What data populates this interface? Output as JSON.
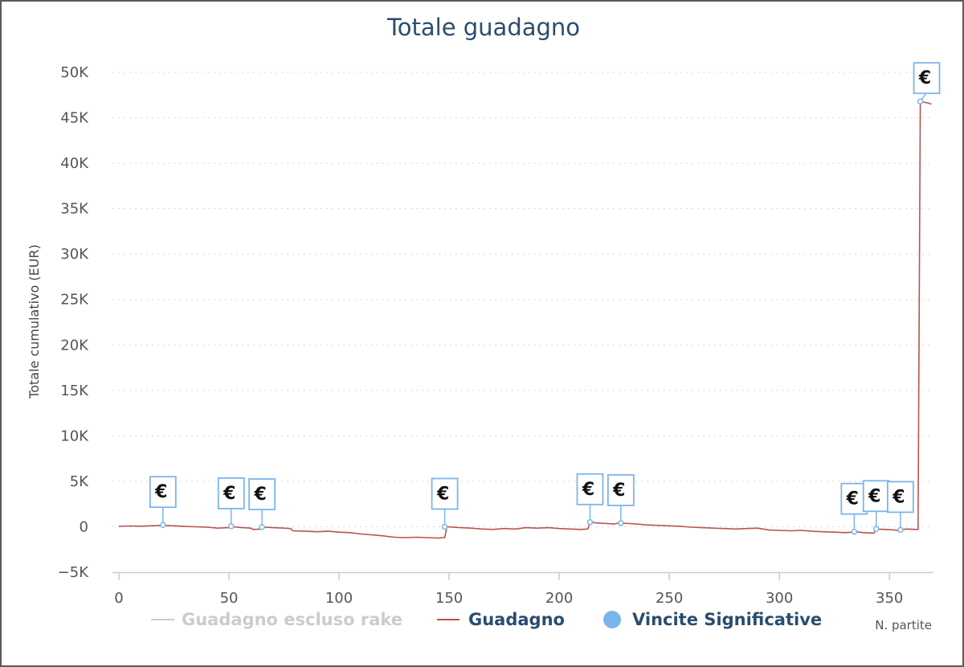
{
  "chart_data": {
    "type": "line",
    "title": "Totale guadagno",
    "ylabel": "Totale cumulativo (EUR)",
    "xlabel": "N. partite",
    "xlim": [
      0,
      370
    ],
    "ylim": [
      -5000,
      50000
    ],
    "x_ticks": [
      0,
      50,
      100,
      150,
      200,
      250,
      300,
      350
    ],
    "y_ticks": [
      {
        "value": 50000,
        "label": "50K"
      },
      {
        "value": 45000,
        "label": "45K"
      },
      {
        "value": 40000,
        "label": "40K"
      },
      {
        "value": 35000,
        "label": "35K"
      },
      {
        "value": 30000,
        "label": "30K"
      },
      {
        "value": 25000,
        "label": "25K"
      },
      {
        "value": 20000,
        "label": "20K"
      },
      {
        "value": 15000,
        "label": "15K"
      },
      {
        "value": 10000,
        "label": "10K"
      },
      {
        "value": 5000,
        "label": "5K"
      },
      {
        "value": 0,
        "label": "0"
      },
      {
        "value": -5000,
        "label": "−5K"
      }
    ],
    "grid": true,
    "legend_position": "bottom",
    "legend": [
      {
        "name": "Guadagno escluso rake",
        "color": "#cccccc",
        "symbol": "line",
        "hidden": true
      },
      {
        "name": "Guadagno",
        "color": "#b85450",
        "symbol": "line"
      },
      {
        "name": "Vincite Significative",
        "color": "#7cb5ec",
        "symbol": "circle"
      }
    ],
    "series": [
      {
        "name": "Guadagno",
        "color": "#b85450",
        "points": [
          [
            0,
            50
          ],
          [
            5,
            80
          ],
          [
            10,
            60
          ],
          [
            19,
            150
          ],
          [
            25,
            100
          ],
          [
            30,
            30
          ],
          [
            35,
            0
          ],
          [
            40,
            -50
          ],
          [
            45,
            -150
          ],
          [
            50,
            -100
          ],
          [
            52,
            0
          ],
          [
            56,
            -100
          ],
          [
            60,
            -150
          ],
          [
            61,
            -300
          ],
          [
            65,
            -250
          ],
          [
            66,
            -50
          ],
          [
            70,
            -100
          ],
          [
            75,
            -150
          ],
          [
            78,
            -200
          ],
          [
            79,
            -450
          ],
          [
            85,
            -500
          ],
          [
            90,
            -550
          ],
          [
            95,
            -500
          ],
          [
            100,
            -600
          ],
          [
            105,
            -650
          ],
          [
            110,
            -800
          ],
          [
            115,
            -900
          ],
          [
            120,
            -1000
          ],
          [
            125,
            -1150
          ],
          [
            130,
            -1200
          ],
          [
            135,
            -1150
          ],
          [
            140,
            -1200
          ],
          [
            145,
            -1250
          ],
          [
            147,
            -1200
          ],
          [
            148,
            -1200
          ],
          [
            149,
            0
          ],
          [
            155,
            -100
          ],
          [
            160,
            -150
          ],
          [
            165,
            -250
          ],
          [
            170,
            -300
          ],
          [
            175,
            -200
          ],
          [
            180,
            -250
          ],
          [
            185,
            -100
          ],
          [
            190,
            -150
          ],
          [
            195,
            -100
          ],
          [
            200,
            -200
          ],
          [
            205,
            -250
          ],
          [
            210,
            -300
          ],
          [
            213,
            -250
          ],
          [
            214,
            500
          ],
          [
            218,
            400
          ],
          [
            222,
            350
          ],
          [
            225,
            300
          ],
          [
            227,
            400
          ],
          [
            232,
            350
          ],
          [
            235,
            300
          ],
          [
            240,
            200
          ],
          [
            245,
            150
          ],
          [
            250,
            100
          ],
          [
            255,
            50
          ],
          [
            260,
            -50
          ],
          [
            265,
            -100
          ],
          [
            270,
            -150
          ],
          [
            275,
            -200
          ],
          [
            280,
            -250
          ],
          [
            285,
            -200
          ],
          [
            290,
            -150
          ],
          [
            295,
            -350
          ],
          [
            300,
            -400
          ],
          [
            305,
            -450
          ],
          [
            310,
            -400
          ],
          [
            315,
            -500
          ],
          [
            320,
            -550
          ],
          [
            325,
            -600
          ],
          [
            330,
            -650
          ],
          [
            333,
            -600
          ],
          [
            335,
            -550
          ],
          [
            338,
            -650
          ],
          [
            343,
            -700
          ],
          [
            344,
            -250
          ],
          [
            348,
            -300
          ],
          [
            352,
            -350
          ],
          [
            355,
            -450
          ],
          [
            356,
            -300
          ],
          [
            358,
            -250
          ],
          [
            362,
            -300
          ],
          [
            363,
            -300
          ],
          [
            364,
            46800
          ],
          [
            366,
            46700
          ],
          [
            368,
            46600
          ],
          [
            369,
            46500
          ]
        ]
      }
    ],
    "markers": [
      {
        "series": "Vincite Significative",
        "x": 20,
        "y": 200,
        "label": "€"
      },
      {
        "series": "Vincite Significative",
        "x": 51,
        "y": 50,
        "label": "€"
      },
      {
        "series": "Vincite Significative",
        "x": 65,
        "y": -50,
        "label": "€"
      },
      {
        "series": "Vincite Significative",
        "x": 148,
        "y": 0,
        "label": "€"
      },
      {
        "series": "Vincite Significative",
        "x": 214,
        "y": 500,
        "label": "€"
      },
      {
        "series": "Vincite Significative",
        "x": 228,
        "y": 400,
        "label": "€"
      },
      {
        "series": "Vincite Significative",
        "x": 334,
        "y": -550,
        "label": "€"
      },
      {
        "series": "Vincite Significative",
        "x": 344,
        "y": -250,
        "label": "€"
      },
      {
        "series": "Vincite Significative",
        "x": 355,
        "y": -350,
        "label": "€"
      },
      {
        "series": "Vincite Significative",
        "x": 364,
        "y": 46800,
        "label": "€"
      }
    ]
  }
}
